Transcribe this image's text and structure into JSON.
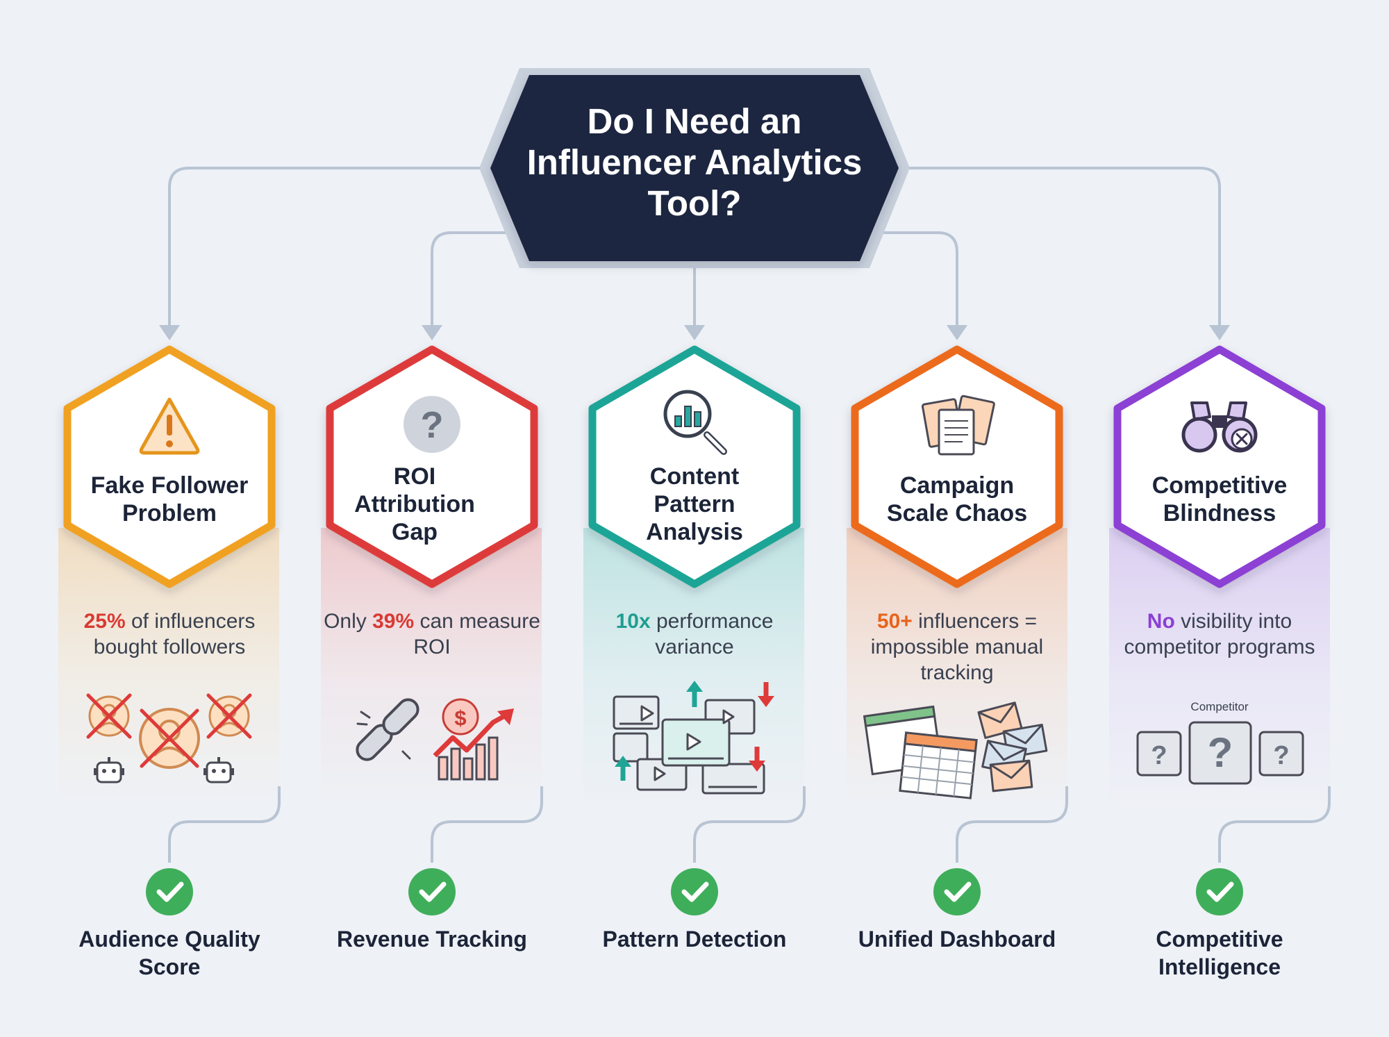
{
  "title": "Do I Need an Influencer Analytics Tool?",
  "colors": {
    "navy": "#1b2640",
    "connector": "#b8c4d3",
    "check_green": "#3fae5a",
    "orange_yellow": "#f0a122",
    "red": "#dd3b3b",
    "teal": "#1fa596",
    "orange": "#ec6a1e",
    "purple": "#8c3fd4"
  },
  "problems": [
    {
      "label": "Fake Follower Problem",
      "icon": "warning-icon",
      "stat_highlight": "25%",
      "stat_text": " of influencers bought followers",
      "stat_color": "#d93a34",
      "solution": "Audience Quality Score"
    },
    {
      "label": "ROI Attribution Gap",
      "icon": "question-icon",
      "stat_prefix": "Only ",
      "stat_highlight": "39%",
      "stat_text": " can measure ROI",
      "stat_color": "#d93a34",
      "solution": "Revenue Tracking"
    },
    {
      "label": "Content Pattern Analysis",
      "icon": "magnifier-chart-icon",
      "stat_highlight": "10x",
      "stat_text": " performance variance",
      "stat_color": "#1f9e90",
      "solution": "Pattern Detection"
    },
    {
      "label": "Campaign Scale Chaos",
      "icon": "documents-icon",
      "stat_highlight": "50+",
      "stat_text": " influencers = impossible manual tracking",
      "stat_color": "#e8631c",
      "solution": "Unified Dashboard"
    },
    {
      "label": "Competitive Blindness",
      "icon": "binoculars-icon",
      "stat_highlight": "No",
      "stat_text": " visibility into competitor programs",
      "stat_color": "#8c3fd4",
      "solution": "Competitive Intelligence",
      "illustration_caption": "Competitor"
    }
  ]
}
